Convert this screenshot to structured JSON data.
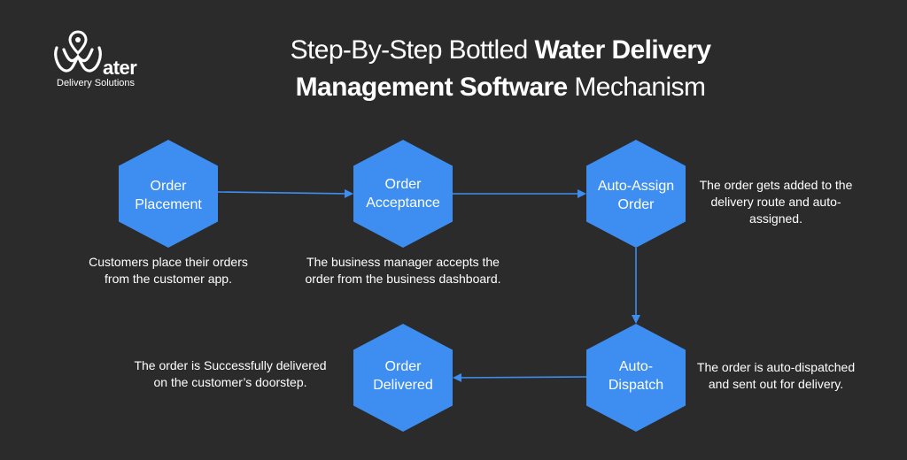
{
  "logo": {
    "word": "ater",
    "sub": "Delivery Solutions"
  },
  "title": {
    "part1": "Step-By-Step Bottled ",
    "bold1": "Water Delivery",
    "bold2": "Management Software",
    "part2": " Mechanism"
  },
  "steps": [
    {
      "line1": "Order",
      "line2": "Placement",
      "desc1": "Customers place their orders",
      "desc2": "from the customer app."
    },
    {
      "line1": "Order",
      "line2": "Acceptance",
      "desc1": "The business manager accepts the",
      "desc2": "order from the business dashboard."
    },
    {
      "line1": "Auto-Assign",
      "line2": "Order",
      "desc1": "The order gets added to the",
      "desc2": "delivery route and auto-",
      "desc3": "assigned."
    },
    {
      "line1": "Auto-",
      "line2": "Dispatch",
      "desc1": "The order is auto-dispatched",
      "desc2": "and sent out for delivery."
    },
    {
      "line1": "Order",
      "line2": "Delivered",
      "desc1": "The order is Successfully delivered",
      "desc2": "on the customer’s doorstep."
    }
  ],
  "colors": {
    "background": "#2b2b2b",
    "accent": "#3d8ef0",
    "text": "#ffffff"
  }
}
